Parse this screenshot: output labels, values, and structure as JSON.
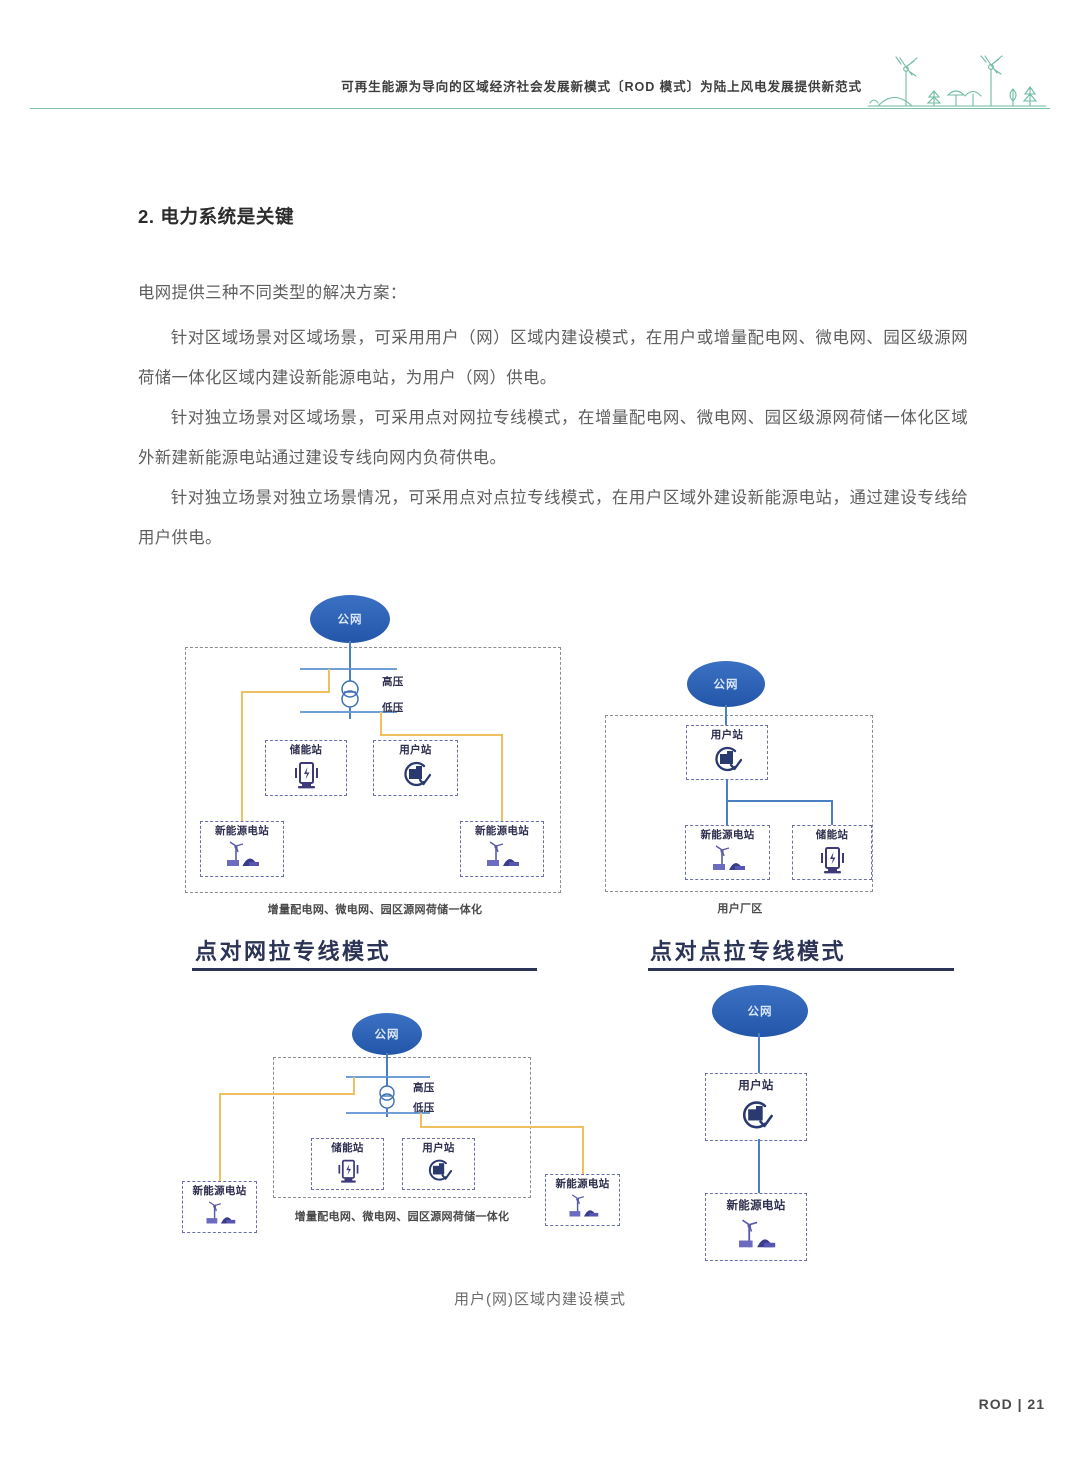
{
  "header": {
    "title": "可再生能源为导向的区域经济社会发展新模式〔ROD 模式〕为陆上风电发展提供新范式",
    "art": "wind-turbines-and-trees-illustration",
    "rule_color": "#7fc0ac"
  },
  "body": {
    "heading": "2. 电力系统是关键",
    "lead": "电网提供三种不同类型的解决方案：",
    "paragraphs": [
      "针对区域场景对区域场景，可采用用户（网）区域内建设模式，在用户或增量配电网、微电网、园区级源网荷储一体化区域内建设新能源电站，为用户（网）供电。",
      "针对独立场景对区域场景，可采用点对网拉专线模式，在增量配电网、微电网、园区级源网荷储一体化区域外新建新能源电站通过建设专线向网内负荷供电。",
      "针对独立场景对独立场景情况，可采用点对点拉专线模式，在用户区域外建设新能源电站，通过建设专线给用户供电。"
    ]
  },
  "sections": [
    {
      "title": "点对网拉专线模式"
    },
    {
      "title": "点对点拉专线模式"
    }
  ],
  "labels": {
    "public_grid": "公网",
    "high_voltage": "高压",
    "low_voltage": "低压",
    "storage_station": "储能站",
    "user_station": "用户站",
    "new_energy_station": "新能源电站"
  },
  "captions": {
    "integrated_grid": "增量配电网、微电网、园区源网荷储一体化",
    "user_plant_area": "用户厂区",
    "bottom": "用户(网)区域内建设模式"
  },
  "icons": {
    "storage": "battery-charging-station-icon",
    "user": "building-check-circle-icon",
    "new_energy": "wind-turbine-solar-panel-icon",
    "transformer": "transformer-two-circles-icon"
  },
  "colors": {
    "grid_ellipse": "#2356a8",
    "bus_line": "#6e9fd6",
    "feeder_line": "#f0c060",
    "node_border": "#6b6fa8",
    "heading_navy": "#2b3356",
    "header_green": "#7fc0ac"
  },
  "footer": {
    "brand": "ROD",
    "separator": "|",
    "page": "21"
  }
}
